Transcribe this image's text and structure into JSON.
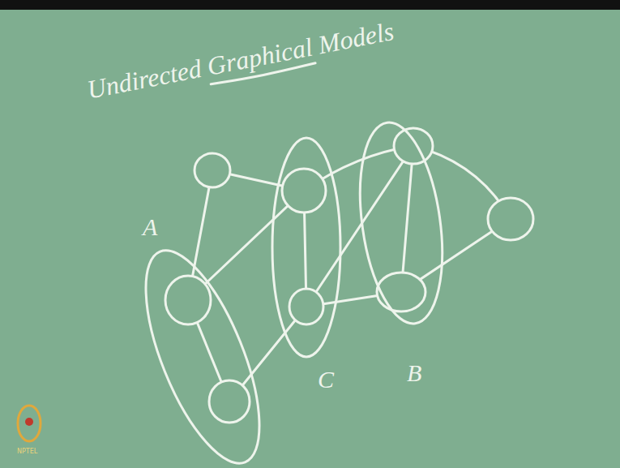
{
  "diagram": {
    "title": "Undirected Graphical Models",
    "nodes": [
      {
        "text": [
          "A"
        ]
      },
      {
        "text": [
          "C"
        ]
      },
      {
        "text": [
          "B"
        ]
      }
    ],
    "labels": [
      "NPTEL"
    ]
  }
}
